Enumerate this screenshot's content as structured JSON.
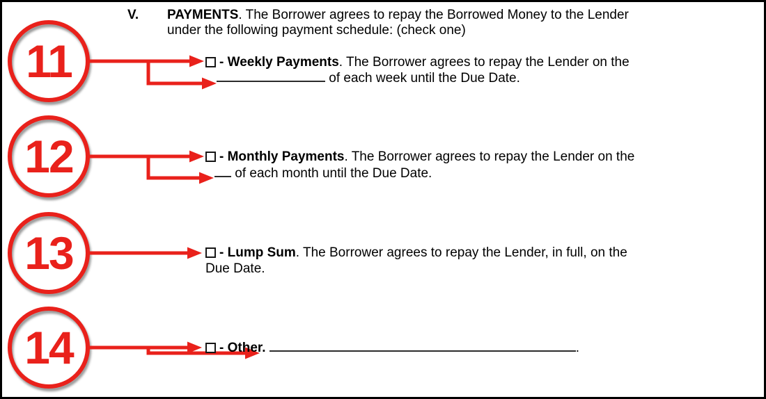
{
  "section": {
    "number": "V.",
    "title": "PAYMENTS",
    "intro_rest": ". The Borrower agrees to repay the Borrowed Money to the Lender",
    "intro_line2": "under the following payment schedule: (check one)"
  },
  "symbols": {
    "dash": "-"
  },
  "options": [
    {
      "callout": "11",
      "label": "Weekly Payments",
      "line1_rest": ". The Borrower agrees to repay the Lender on the",
      "line2_after_blank": " of each week until the Due Date."
    },
    {
      "callout": "12",
      "label": "Monthly Payments",
      "line1_rest": ". The Borrower agrees to repay the Lender on the",
      "line2_after_blank": " of each month until the Due Date."
    },
    {
      "callout": "13",
      "label": "Lump Sum",
      "line1_rest": ". The Borrower agrees to repay the Lender, in full, on the",
      "line2": "Due Date."
    },
    {
      "callout": "14",
      "label": "Other.",
      "after_blank": "."
    }
  ],
  "colors": {
    "annotation_red": "#e9211b",
    "underline": "#2b2b2b",
    "shadow_gray": "#9a9a9a",
    "text": "#000000"
  }
}
